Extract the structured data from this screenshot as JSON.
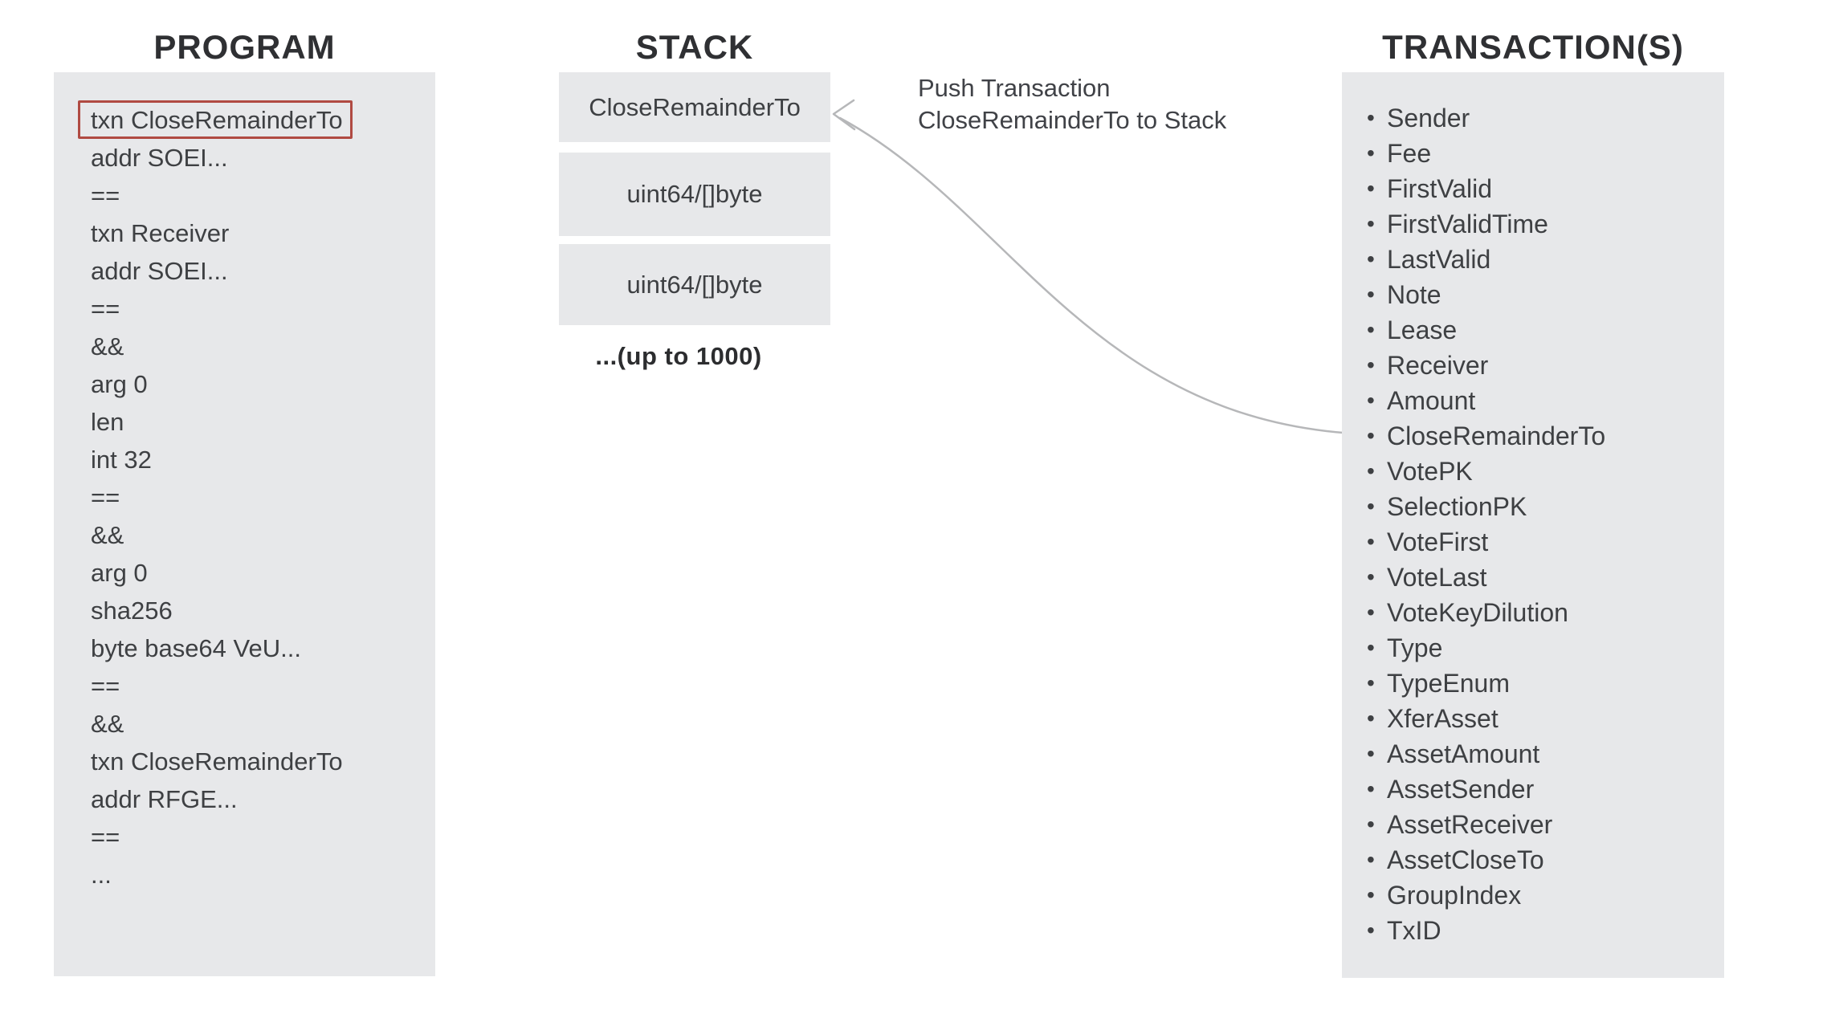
{
  "titles": {
    "program": "PROGRAM",
    "stack": "STACK",
    "transactions": "TRANSACTION(S)"
  },
  "program": {
    "lines": [
      "txn CloseRemainderTo",
      "addr SOEI...",
      "==",
      "txn Receiver",
      "addr SOEI...",
      "==",
      "&&",
      "arg 0",
      "len",
      "int 32",
      "==",
      "&&",
      "arg 0",
      "sha256",
      "byte base64 VeU...",
      "==",
      "&&",
      "txn CloseRemainderTo",
      "addr RFGE...",
      "==",
      "..."
    ],
    "highlighted_line": "txn CloseRemainderTo",
    "highlighted_line_index": 0
  },
  "stack": {
    "slots": [
      "CloseRemainderTo",
      "uint64/[]byte",
      "uint64/[]byte"
    ],
    "capacity_note": "...(up to 1000)"
  },
  "annotation": {
    "line1": "Push Transaction",
    "line2": "CloseRemainderTo to Stack"
  },
  "transactions": {
    "fields": [
      "Sender",
      "Fee",
      "FirstValid",
      "FirstValidTime",
      "LastValid",
      "Note",
      "Lease",
      "Receiver",
      "Amount",
      "CloseRemainderTo",
      "VotePK",
      "SelectionPK",
      "VoteFirst",
      "VoteLast",
      "VoteKeyDilution",
      "Type",
      "TypeEnum",
      "XferAsset",
      "AssetAmount",
      "AssetSender",
      "AssetReceiver",
      "AssetCloseTo",
      "GroupIndex",
      "TxID"
    ]
  },
  "colors": {
    "background": "#ffffff",
    "panel": "#e7e8ea",
    "title_text": "#2f3033",
    "body_text": "#3e4043",
    "highlight_border": "#b04a42",
    "arrow": "#b6b7b9"
  }
}
